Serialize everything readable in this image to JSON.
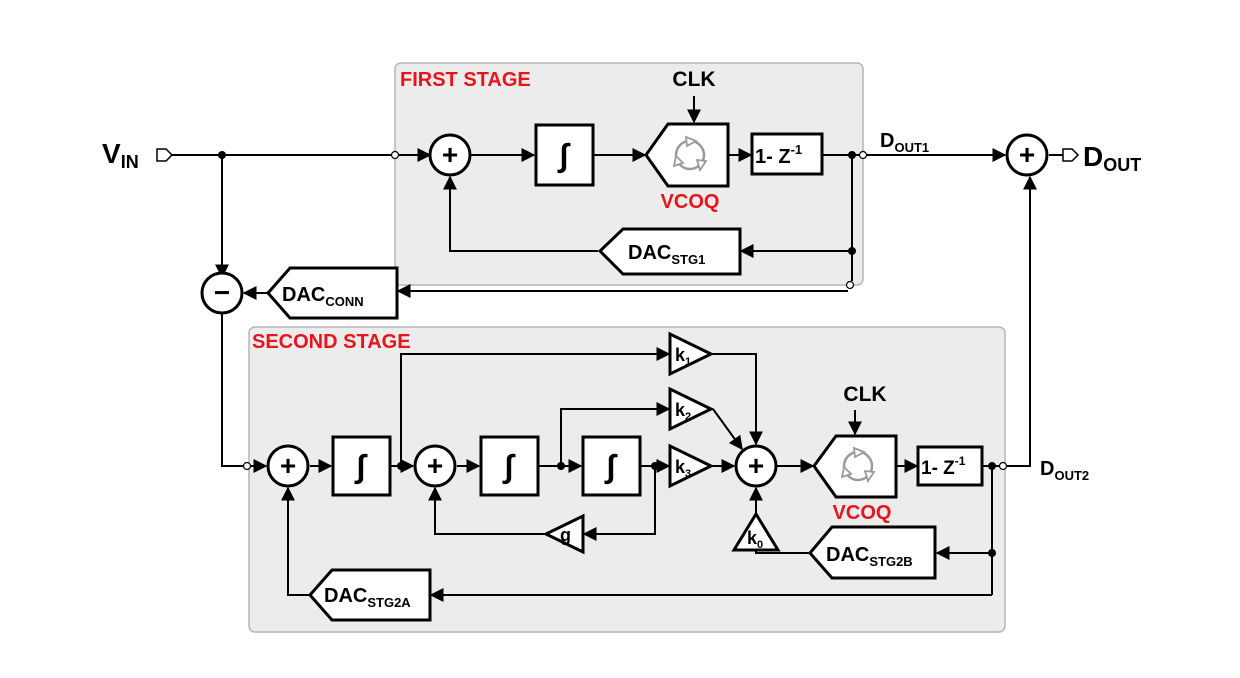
{
  "labels": {
    "first_stage": "FIRST STAGE",
    "second_stage": "SECOND STAGE",
    "clk": "CLK",
    "vcoq": "VCOQ",
    "integrator": "∫",
    "diff_main": "1- Z",
    "diff_sup": "-1",
    "vin_main": "V",
    "vin_sub": "IN",
    "dout_main": "D",
    "dout_sub": "OUT",
    "dout1_sub": "OUT1",
    "dout2_sub": "OUT2",
    "dac_main": "DAC",
    "dac_stg1": "STG1",
    "dac_conn": "CONN",
    "dac_stg2a": "STG2A",
    "dac_stg2b": "STG2B",
    "plus": "+",
    "minus": "−",
    "k": "k",
    "k1": "1",
    "k2": "2",
    "k3": "3",
    "k0": "0",
    "g": "g"
  }
}
